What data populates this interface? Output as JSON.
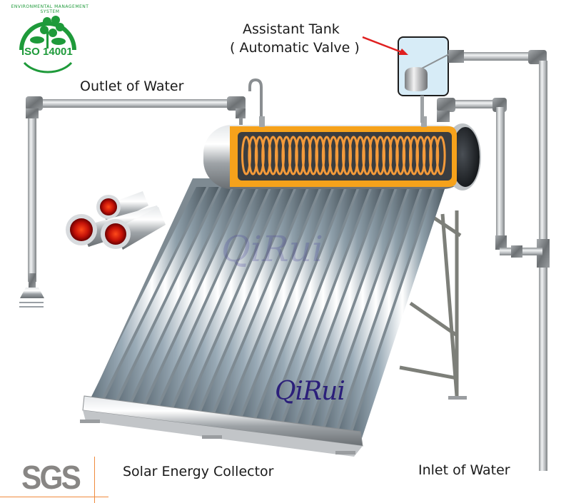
{
  "labels": {
    "assistant_tank": "Assistant Tank",
    "automatic_valve": "( Automatic Valve )",
    "outlet": "Outlet of Water",
    "collector": "Solar Energy Collector",
    "inlet": "Inlet of Water"
  },
  "logos": {
    "iso": {
      "arc_text": "ENVIRONMENTAL MANAGEMENT SYSTEM",
      "code": "ISO 14001",
      "color": "#1e9a3a"
    },
    "sgs": {
      "text": "SGS",
      "color": "#888684",
      "line_color": "#f08a3c"
    },
    "brand": {
      "text": "QiRui",
      "color": "#2b1f7a"
    }
  },
  "colors": {
    "arrow": "#e02020",
    "tank_fill": "#d7ecf7",
    "insulation": "#f6a21b",
    "coil": "#f39a3a",
    "pipe": "#c9cccf",
    "tube": "#8a99a4"
  }
}
